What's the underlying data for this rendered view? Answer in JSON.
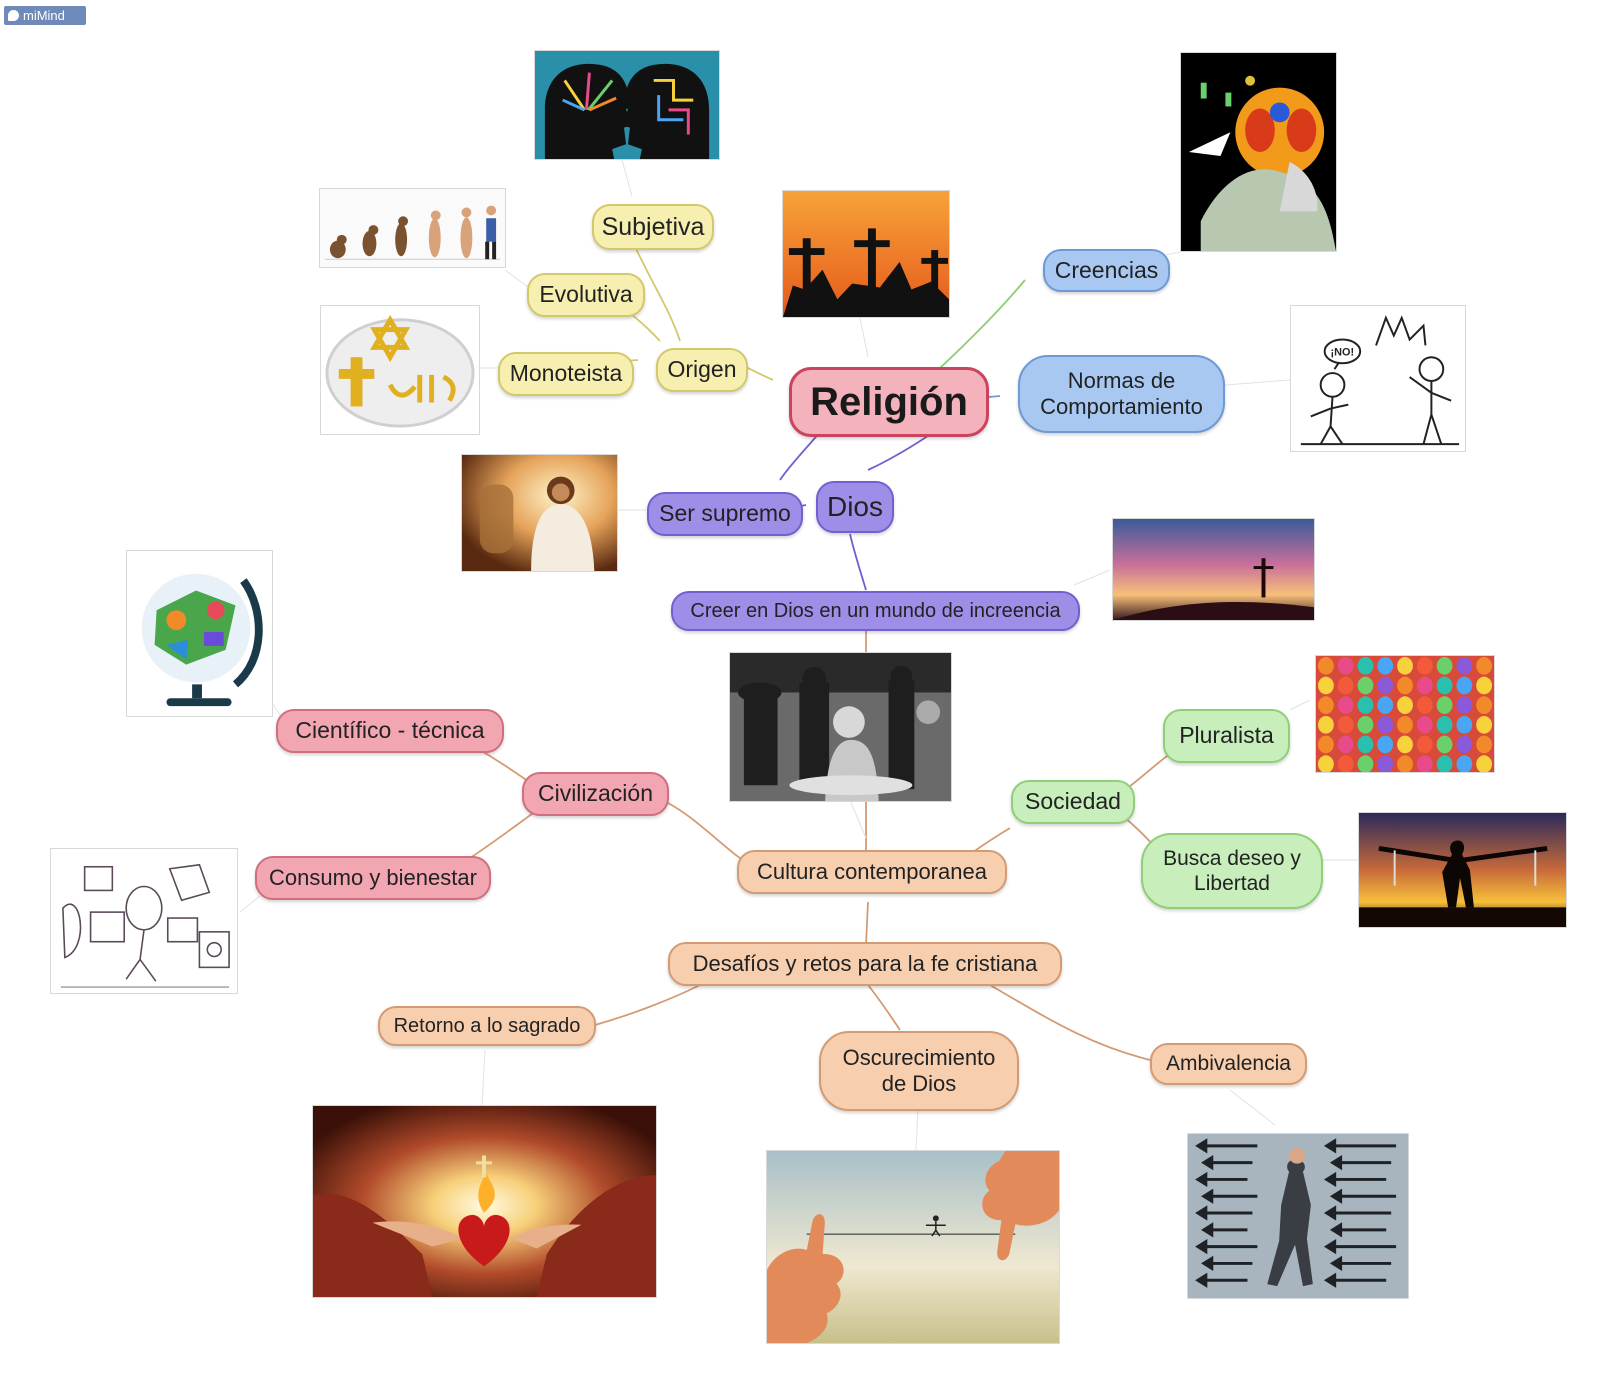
{
  "brand": {
    "label": "miMind"
  },
  "colors": {
    "origen": "#d4c86d",
    "creencias": "#8bcf72",
    "normas": "#6e99d5",
    "dios": "#735fce",
    "cultura": "#d49b73"
  },
  "nodes": {
    "religion": "Religión",
    "subjetiva": "Subjetiva",
    "evolutiva": "Evolutiva",
    "monoteista": "Monoteista",
    "origen": "Origen",
    "creencias": "Creencias",
    "normas_1": "Normas de",
    "normas_2": "Comportamiento",
    "dios": "Dios",
    "ser_supremo": "Ser supremo",
    "creer": "Creer en Dios en un mundo de increencia",
    "cientifico": "Científico - técnica",
    "civilizacion": "Civilización",
    "consumo": "Consumo y bienestar",
    "cultura": "Cultura contemporanea",
    "sociedad": "Sociedad",
    "pluralista": "Pluralista",
    "busca_1": "Busca deseo y",
    "busca_2": "Libertad",
    "desafios": "Desafíos y retos para la fe cristiana",
    "retorno": "Retorno a lo sagrado",
    "oscurecimiento_1": "Oscurecimiento",
    "oscurecimiento_2": "de Dios",
    "ambivalencia": "Ambivalencia"
  },
  "images": {
    "heads": "two-heads-image",
    "evolution": "evolution-image",
    "symbols": "religious-symbols-image",
    "crosses": "crosses-sunset-image",
    "believer": "believer-symbols-image",
    "cartoon": "cartoon-image",
    "jesus": "jesus-image",
    "hill": "hill-cross-image",
    "globe": "science-globe-image",
    "crowd": "street-crowd-image",
    "faces": "painted-faces-image",
    "liberty": "broken-chains-image",
    "consumer": "consumer-sketch-image",
    "heart": "sacred-heart-image",
    "thumbs": "thumbs-tightrope-image",
    "arrows": "arrows-businessman-image"
  }
}
